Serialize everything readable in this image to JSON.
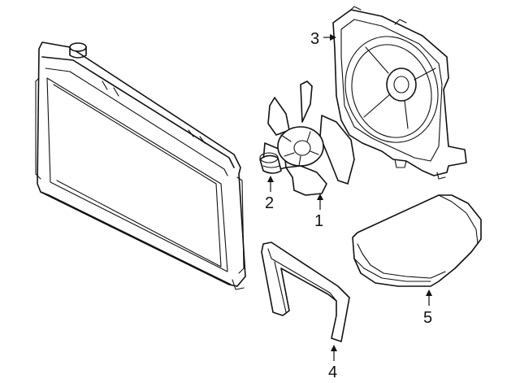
{
  "callouts": [
    {
      "id": "1",
      "label": "1",
      "part": "fan-blade"
    },
    {
      "id": "2",
      "label": "2",
      "part": "fan-hub-cap"
    },
    {
      "id": "3",
      "label": "3",
      "part": "fan-shroud"
    },
    {
      "id": "4",
      "label": "4",
      "part": "radiator-side-seal"
    },
    {
      "id": "5",
      "label": "5",
      "part": "radiator-lower-seal"
    }
  ]
}
